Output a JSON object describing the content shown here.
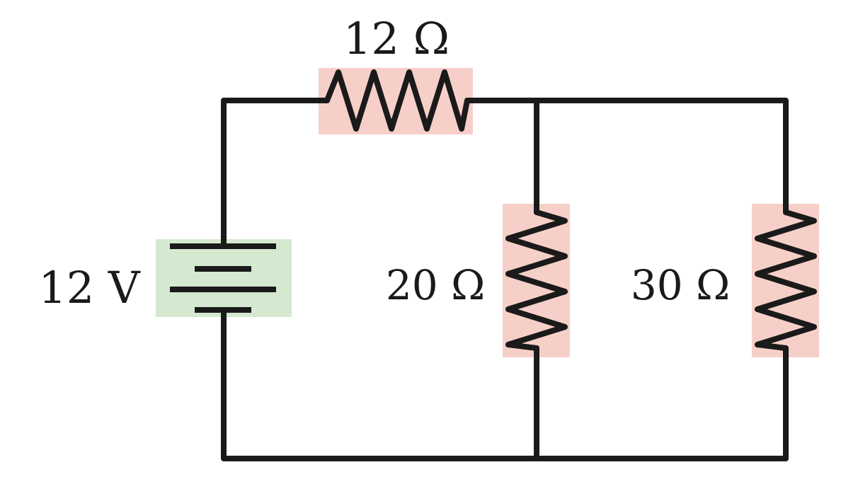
{
  "components": {
    "battery": {
      "label": "12 V",
      "highlight_color": "#d4e9cf"
    },
    "resistor_top": {
      "label": "12 Ω",
      "highlight_color": "#f6d0c8"
    },
    "resistor_middle": {
      "label": "20 Ω",
      "highlight_color": "#f6d0c8"
    },
    "resistor_right": {
      "label": "30 Ω",
      "highlight_color": "#f6d0c8"
    }
  },
  "colors": {
    "wire": "#1a1a1a",
    "background": "#ffffff"
  }
}
